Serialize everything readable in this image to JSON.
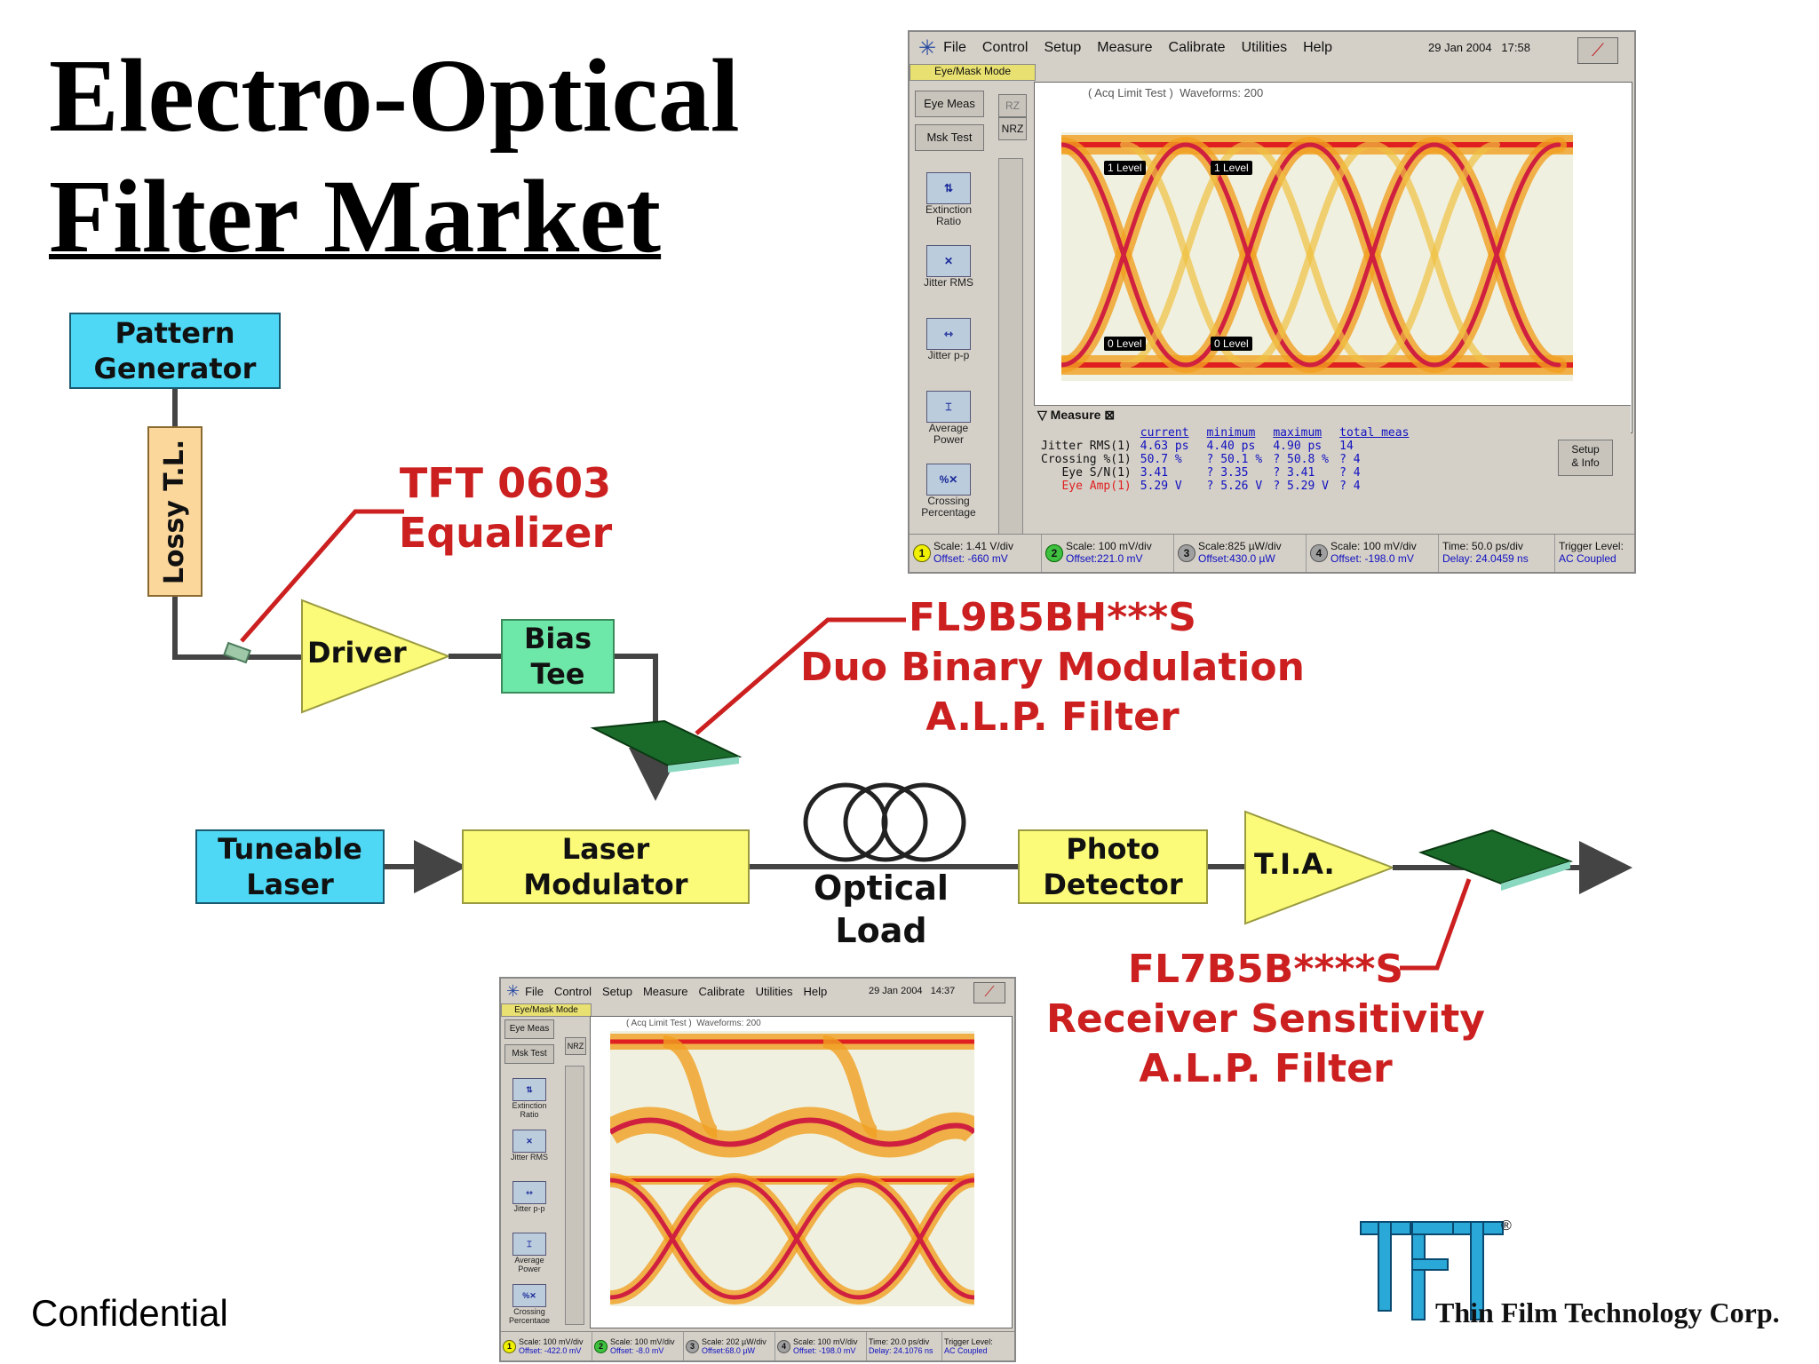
{
  "title": {
    "line1": "Electro-Optical",
    "line2": "Filter Market"
  },
  "blocks": {
    "pattern_generator": "Pattern\nGenerator",
    "lossy_tl": "Lossy T.L.",
    "driver": "Driver",
    "bias_tee": "Bias\nTee",
    "tuneable_laser": "Tuneable\nLaser",
    "laser_modulator": "Laser\nModulator",
    "optical_load": "Optical\nLoad",
    "photo_detector": "Photo\nDetector",
    "tia": "T.I.A."
  },
  "callouts": {
    "equalizer": "TFT  0603\nEqualizer",
    "duo_binary": "FL9B5BH***S\nDuo Binary Modulation\nA.L.P.  Filter",
    "receiver": "FL7B5B****S\nReceiver Sensitivity\nA.L.P.  Filter"
  },
  "colors": {
    "block_blue": "#4fd8f5",
    "block_yellow": "#fbfb79",
    "block_green": "#6ee8a8",
    "block_orange": "#fbd79b",
    "callout_red": "#cc2020",
    "filter_chip": "#1a6a2a"
  },
  "scope_top": {
    "menu": [
      "File",
      "Control",
      "Setup",
      "Measure",
      "Calibrate",
      "Utilities",
      "Help"
    ],
    "datetime": "29 Jan 2004   17:58",
    "mode": "Eye/Mask Mode",
    "buttons": {
      "eye_meas": "Eye Meas",
      "msk_test": "Msk Test",
      "rz": "RZ",
      "nrz": "NRZ",
      "setup_info": "Setup\n& Info"
    },
    "side_icons": [
      "Extinction\nRatio",
      "Jitter RMS",
      "Jitter p-p",
      "Average\nPower",
      "Crossing\nPercentage"
    ],
    "screen_header": "( Acq Limit Test )  Waveforms: 200",
    "level_markers": [
      "1 Level",
      "1 Level",
      "0 Level",
      "0 Level"
    ],
    "measure_tab": "Measure",
    "measure_headers": [
      "current",
      "minimum",
      "maximum",
      "total meas"
    ],
    "measure_rows": [
      {
        "label": "Jitter RMS(1)",
        "current": "4.63 ps",
        "minimum": "4.40 ps",
        "maximum": "4.90 ps",
        "total": "14"
      },
      {
        "label": "Crossing %(1)",
        "current": "50.7 %",
        "minimum": "? 50.1 %",
        "maximum": "? 50.8 %",
        "total": "? 4"
      },
      {
        "label": "Eye S/N(1)",
        "current": "3.41",
        "minimum": "? 3.35",
        "maximum": "? 3.41",
        "total": "? 4"
      },
      {
        "label": "Eye Amp(1)",
        "current": "5.29 V",
        "minimum": "? 5.26 V",
        "maximum": "? 5.29 V",
        "total": "? 4"
      }
    ],
    "status": [
      {
        "num": "1",
        "scale": "Scale: 1.41 V/div",
        "offset": "Offset: -660 mV"
      },
      {
        "num": "2",
        "scale": "Scale: 100 mV/div",
        "offset": "Offset:221.0 mV"
      },
      {
        "num": "3",
        "scale": "Scale:825 µW/div",
        "offset": "Offset:430.0 µW"
      },
      {
        "num": "4",
        "scale": "Scale: 100 mV/div",
        "offset": "Offset: -198.0 mV"
      }
    ],
    "time": {
      "label": "Time: 50.0 ps/div",
      "delay": "Delay: 24.0459 ns"
    },
    "trigger": {
      "label": "Trigger Level:",
      "value": "AC Coupled"
    }
  },
  "scope_bottom": {
    "menu": [
      "File",
      "Control",
      "Setup",
      "Measure",
      "Calibrate",
      "Utilities",
      "Help"
    ],
    "datetime": "29 Jan 2004   14:37",
    "mode": "Eye/Mask Mode",
    "buttons": {
      "eye_meas": "Eye Meas",
      "msk_test": "Msk Test",
      "nrz": "NRZ"
    },
    "side_icons": [
      "Extinction\nRatio",
      "Jitter RMS",
      "Jitter p-p",
      "Average\nPower",
      "Crossing\nPercentage"
    ],
    "screen_header": "( Acq Limit Test )  Waveforms: 200",
    "status": [
      {
        "num": "1",
        "scale": "Scale: 100 mV/div",
        "offset": "Offset: -422.0 mV"
      },
      {
        "num": "2",
        "scale": "Scale: 100 mV/div",
        "offset": "Offset: -8.0 mV"
      },
      {
        "num": "3",
        "scale": "Scale: 202 µW/div",
        "offset": "Offset:68.0 µW"
      },
      {
        "num": "4",
        "scale": "Scale: 100 mV/div",
        "offset": "Offset: -198.0 mV"
      }
    ],
    "time": {
      "label": "Time: 20.0 ps/div",
      "delay": "Delay: 24.1076 ns"
    },
    "trigger": {
      "label": "Trigger Level:",
      "value": "AC Coupled"
    }
  },
  "footer": {
    "confidential": "Confidential",
    "logo_letters": "TFT",
    "company": "Thin Film Technology Corp.",
    "registered": "®"
  }
}
